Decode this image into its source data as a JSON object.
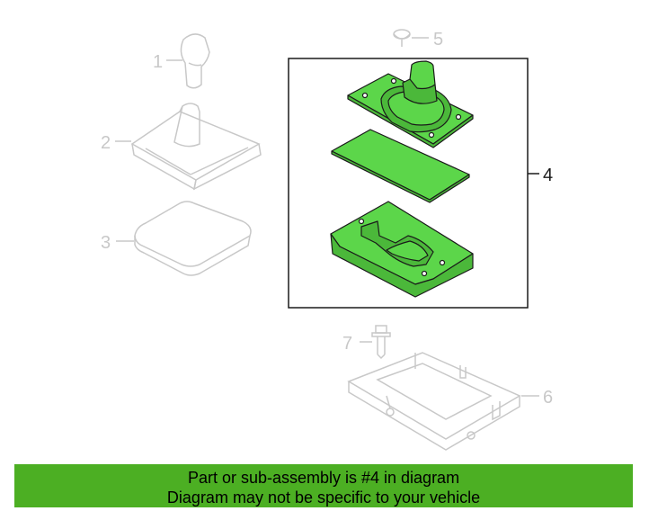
{
  "diagram": {
    "callouts": {
      "c1": "1",
      "c2": "2",
      "c3": "3",
      "c4": "4",
      "c5": "5",
      "c6": "6",
      "c7": "7"
    },
    "colors": {
      "highlight_fill": "#5cd64a",
      "highlight_stroke": "#1a1a1a",
      "faded_stroke": "#c8c8c8",
      "box_stroke": "#1a1a1a"
    }
  },
  "banner": {
    "line1": "Part or sub-assembly is #4 in diagram",
    "line2": "Diagram may not be specific to your vehicle",
    "background": "#4caf23"
  }
}
